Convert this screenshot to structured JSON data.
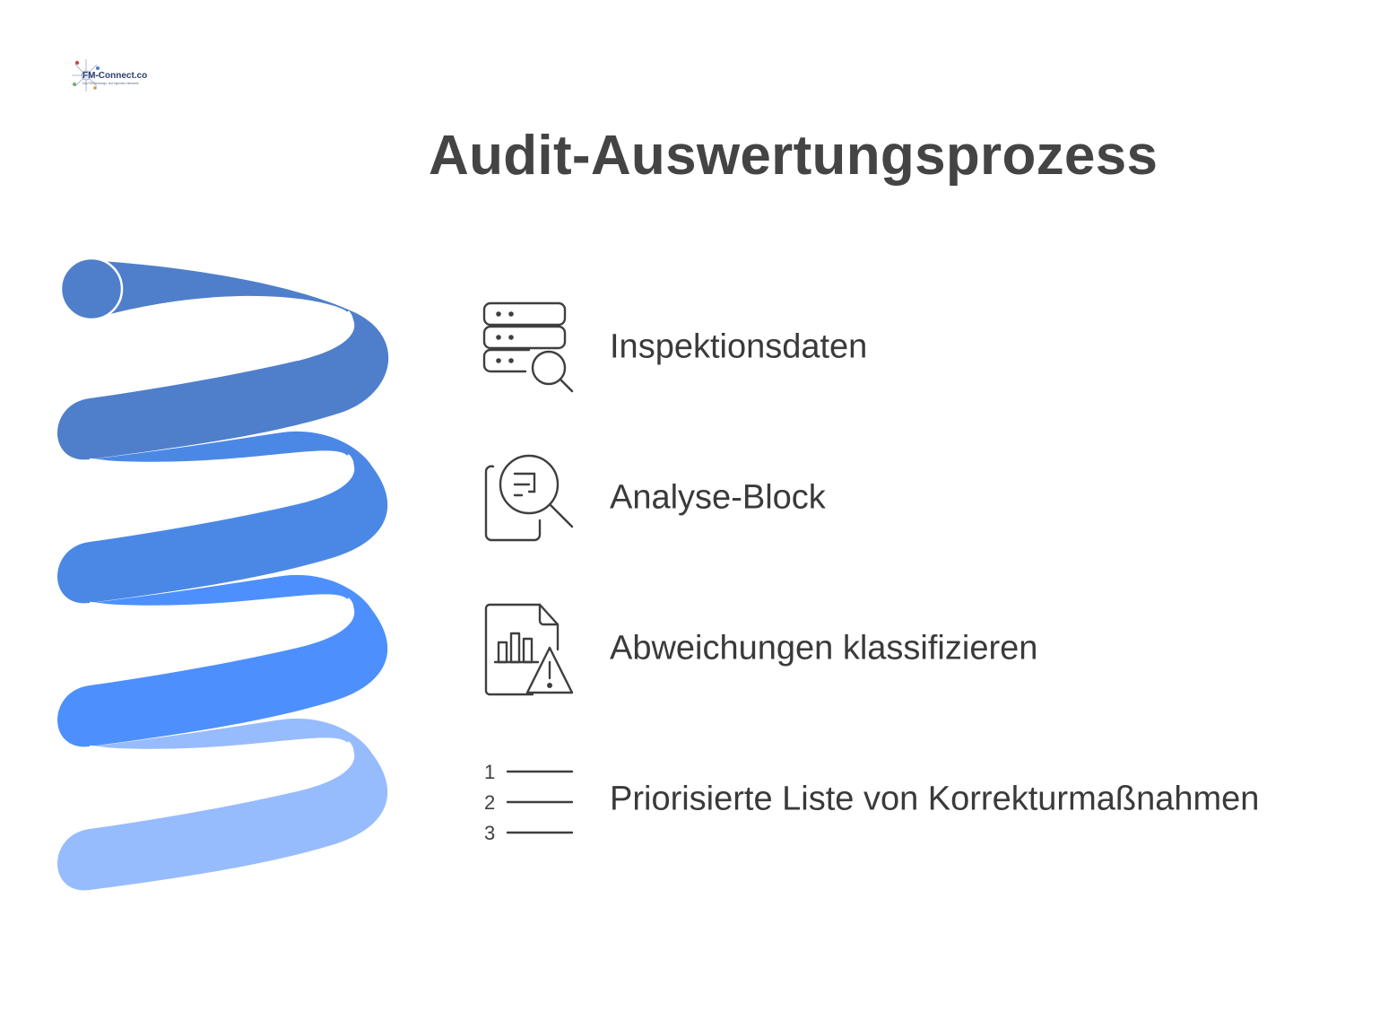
{
  "logo": {
    "text": "FM-Connect.com",
    "tagline": "Das FM-Beratungs- und Ingenieur-Netzwerk"
  },
  "title": "Audit-Auswertungsprozess",
  "colors": {
    "title": "#444444",
    "text": "#3a3a3a",
    "icon_stroke": "#3f3f3f",
    "coil_1": "#4f7fcb",
    "coil_2": "#4b88e6",
    "coil_3": "#4d90fd",
    "coil_4": "#97bcfd"
  },
  "steps": [
    {
      "label": "Inspektionsdaten",
      "icon": "database-search-icon"
    },
    {
      "label": "Analyse-Block",
      "icon": "document-magnifier-icon"
    },
    {
      "label": "Abweichungen klassifizieren",
      "icon": "chart-warning-icon"
    },
    {
      "label": "Priorisierte Liste von Korrekturmaßnahmen",
      "icon": "numbered-list-icon",
      "numbers": [
        "1",
        "2",
        "3"
      ]
    }
  ]
}
